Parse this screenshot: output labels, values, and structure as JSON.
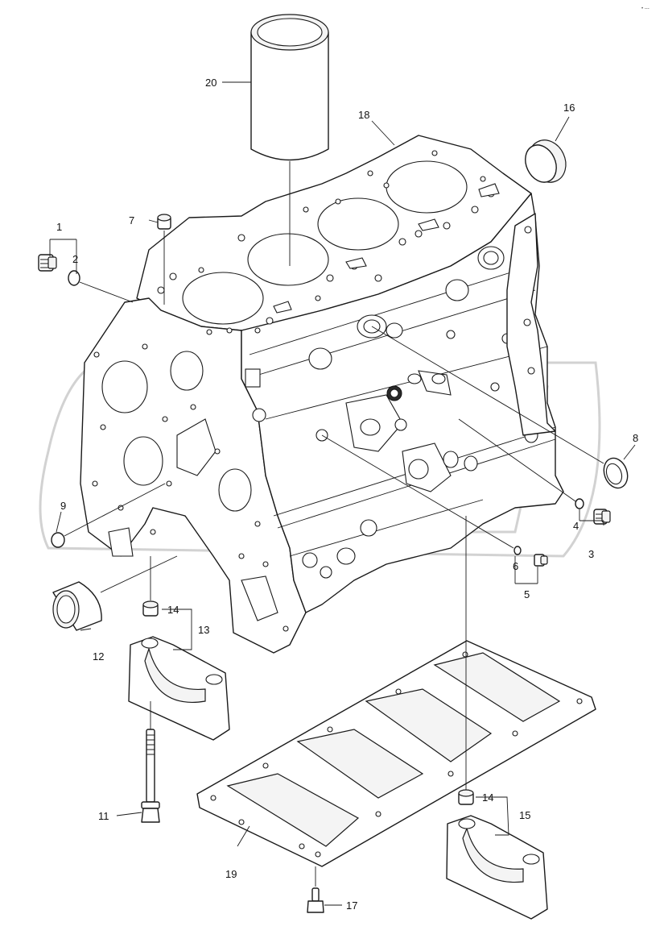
{
  "callouts": [
    {
      "id": "1",
      "label": "1"
    },
    {
      "id": "2",
      "label": "2"
    },
    {
      "id": "3",
      "label": "3"
    },
    {
      "id": "4",
      "label": "4"
    },
    {
      "id": "5",
      "label": "5"
    },
    {
      "id": "6",
      "label": "6"
    },
    {
      "id": "7",
      "label": "7"
    },
    {
      "id": "8",
      "label": "8"
    },
    {
      "id": "9",
      "label": "9"
    },
    {
      "id": "11",
      "label": "11"
    },
    {
      "id": "12",
      "label": "12"
    },
    {
      "id": "13",
      "label": "13"
    },
    {
      "id": "14a",
      "label": "14"
    },
    {
      "id": "14b",
      "label": "14"
    },
    {
      "id": "15",
      "label": "15"
    },
    {
      "id": "16",
      "label": "16"
    },
    {
      "id": "17",
      "label": "17"
    },
    {
      "id": "18",
      "label": "18"
    },
    {
      "id": "19",
      "label": "19"
    },
    {
      "id": "20",
      "label": "20"
    }
  ],
  "corner_mark": "• ---"
}
